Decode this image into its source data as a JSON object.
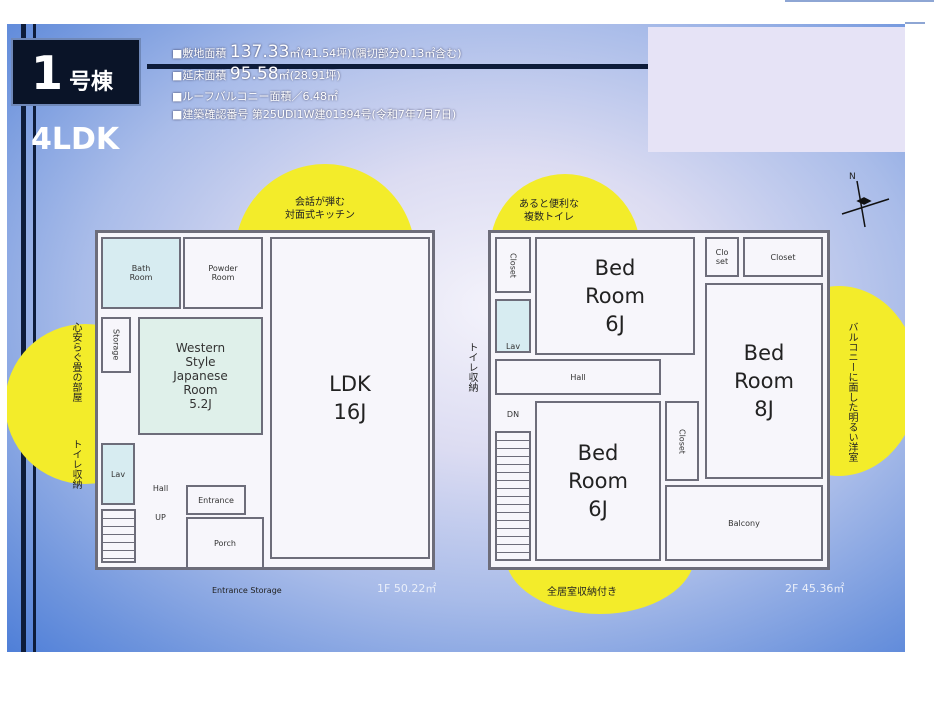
{
  "header": {
    "building_number": "1",
    "building_suffix": "号棟",
    "layout": "4LDK",
    "info": [
      {
        "label": "■敷地面積",
        "value": "137.33",
        "rest": "㎡(41.54坪)(隅切部分0.13㎡含む)"
      },
      {
        "label": "■延床面積",
        "value": "95.58",
        "rest": "㎡(28.91坪)"
      },
      {
        "label": "■ルーフバルコニー面積",
        "value": "",
        "rest": "／6.48㎡"
      },
      {
        "label": "■建築確認番号",
        "value": "",
        "rest": "第25UDI1W建01394号(令和7年7月7日)"
      }
    ]
  },
  "callouts": {
    "kitchen": "会話が弾む\n対面式キッチン",
    "tatami": "心安らぐ畳の部屋",
    "toilet_storage_1f": "トイレ収納",
    "toilets": "あると便利な\n複数トイレ",
    "toilet_storage_2f": "トイレ収納",
    "bright_room": "バルコニーに面した明るい洋室",
    "storage_all": "全居室収納付き"
  },
  "floor1": {
    "bath": "Bath\nRoom",
    "powder": "Powder\nRoom",
    "storage": "Storage",
    "western": "Western\nStyle\nJapanese\nRoom\n5.2J",
    "ldk": "LDK\n16J",
    "lav": "Lav",
    "hall": "Hall",
    "up": "UP",
    "entrance": "Entrance",
    "porch": "Porch",
    "entrance_storage": "Entrance Storage",
    "area": "1F 50.22㎡"
  },
  "floor2": {
    "closet_a": "Closet",
    "bed_top": "Bed\nRoom\n6J",
    "lav": "Lav",
    "hall": "Hall",
    "dn": "DN",
    "bed_bottom": "Bed\nRoom\n6J",
    "closet_mid": "Closet",
    "closet_small": "Clo\nset",
    "closet_right": "Closet",
    "bed_large": "Bed\nRoom\n8J",
    "balcony": "Balcony",
    "area": "2F 45.36㎡"
  },
  "compass": "N"
}
